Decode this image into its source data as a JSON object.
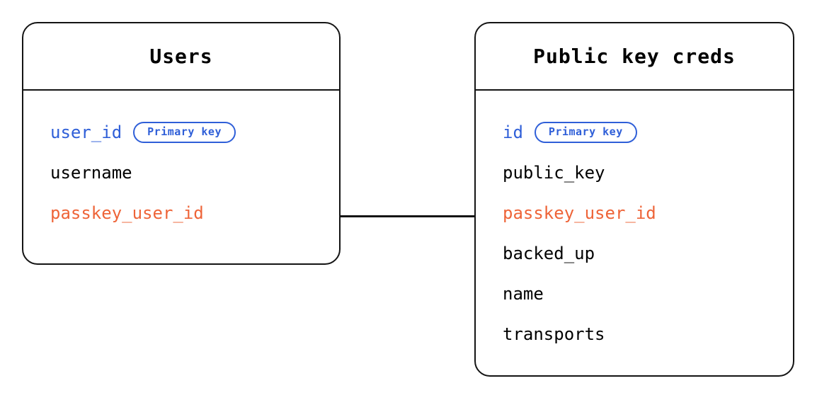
{
  "diagram": {
    "type": "entity-relationship-diagram",
    "background_color": "#ffffff",
    "colors": {
      "border": "#141414",
      "text": "#000000",
      "primary_key": "#2f5fd8",
      "foreign_key": "#ee6438"
    },
    "entities": [
      {
        "id": "users",
        "title": "Users",
        "fields": [
          {
            "name": "user_id",
            "role": "primary_key",
            "badge": "Primary key"
          },
          {
            "name": "username",
            "role": "plain",
            "badge": null
          },
          {
            "name": "passkey_user_id",
            "role": "foreign_key",
            "badge": null
          }
        ]
      },
      {
        "id": "public-key-creds",
        "title": "Public key creds",
        "fields": [
          {
            "name": "id",
            "role": "primary_key",
            "badge": "Primary key"
          },
          {
            "name": "public_key",
            "role": "plain",
            "badge": null
          },
          {
            "name": "passkey_user_id",
            "role": "foreign_key",
            "badge": null
          },
          {
            "name": "backed_up",
            "role": "plain",
            "badge": null
          },
          {
            "name": "name",
            "role": "plain",
            "badge": null
          },
          {
            "name": "transports",
            "role": "plain",
            "badge": null
          }
        ]
      }
    ],
    "relationship": {
      "from": "users.passkey_user_id",
      "to": "public-key-creds.passkey_user_id",
      "style": "straight-line"
    }
  }
}
